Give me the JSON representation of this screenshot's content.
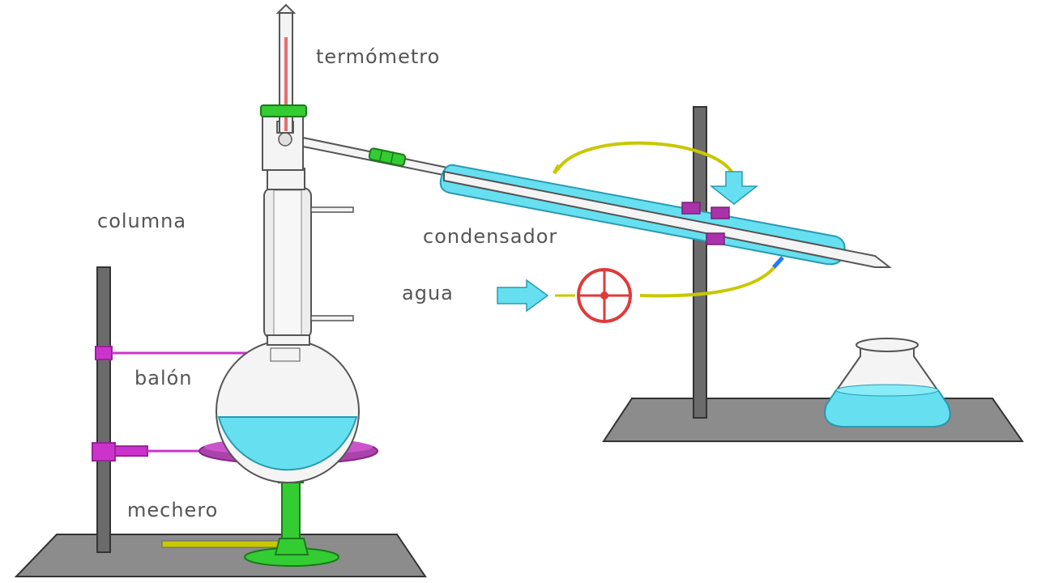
{
  "labels": {
    "thermometer": "termómetro",
    "column": "columna",
    "condenser": "condensador",
    "water": "agua",
    "flask": "balón",
    "burner": "mechero"
  },
  "colors": {
    "glass": "#e8e8e8",
    "glass_outline": "#555555",
    "stand": "#6b6b6b",
    "base": "#8c8c8c",
    "clamp": "#cc33cc",
    "liquid": "#66e0f0",
    "coolant": "#66e0f0",
    "hose": "#c8c800",
    "valve": "#e03a3a",
    "burner": "#33cc33",
    "arrow": "#66e0f0",
    "mercury": "#e07070"
  }
}
